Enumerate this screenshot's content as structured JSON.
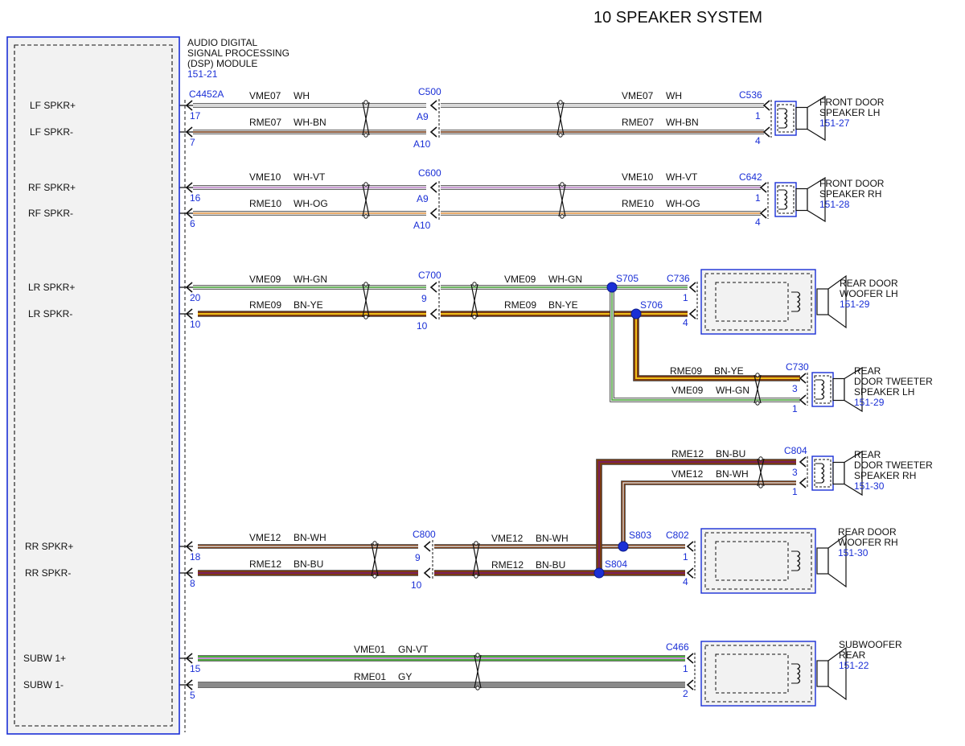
{
  "title": "10 SPEAKER SYSTEM",
  "module": {
    "lines": [
      "AUDIO DIGITAL",
      "SIGNAL PROCESSING",
      "(DSP) MODULE"
    ],
    "ref": "151-21",
    "connector": "C4452A",
    "pins": [
      {
        "label": "LF SPKR+",
        "pin": "17"
      },
      {
        "label": "LF SPKR-",
        "pin": "7"
      },
      {
        "label": "RF SPKR+",
        "pin": "16"
      },
      {
        "label": "RF SPKR-",
        "pin": "6"
      },
      {
        "label": "LR SPKR+",
        "pin": "20"
      },
      {
        "label": "LR SPKR-",
        "pin": "10"
      },
      {
        "label": "RR SPKR+",
        "pin": "18"
      },
      {
        "label": "RR SPKR-",
        "pin": "8"
      },
      {
        "label": "SUBW 1+",
        "pin": "15"
      },
      {
        "label": "SUBW 1-",
        "pin": "5"
      }
    ]
  },
  "inline_connectors": [
    {
      "name": "C500",
      "pin_top": "A9",
      "pin_bottom": "A10"
    },
    {
      "name": "C600",
      "pin_top": "A9",
      "pin_bottom": "A10"
    },
    {
      "name": "C700",
      "pin_top": "9",
      "pin_bottom": "10"
    },
    {
      "name": "C800",
      "pin_top": "9",
      "pin_bottom": "10"
    }
  ],
  "splices": [
    "S705",
    "S706",
    "S803",
    "S804"
  ],
  "wires": {
    "lf_plus": {
      "circuit": "VME07",
      "color": "WH"
    },
    "lf_minus": {
      "circuit": "RME07",
      "color": "WH-BN"
    },
    "rf_plus": {
      "circuit": "VME10",
      "color": "WH-VT"
    },
    "rf_minus": {
      "circuit": "RME10",
      "color": "WH-OG"
    },
    "lr_plus": {
      "circuit": "VME09",
      "color": "WH-GN"
    },
    "lr_minus": {
      "circuit": "RME09",
      "color": "BN-YE"
    },
    "rr_plus": {
      "circuit": "VME12",
      "color": "BN-WH"
    },
    "rr_minus": {
      "circuit": "RME12",
      "color": "BN-BU"
    },
    "sub_plus": {
      "circuit": "VME01",
      "color": "GN-VT"
    },
    "sub_minus": {
      "circuit": "RME01",
      "color": "GY"
    }
  },
  "speakers": [
    {
      "lines": [
        "FRONT DOOR",
        "SPEAKER LH"
      ],
      "ref": "151-27",
      "connector": "C536",
      "pin_top": "1",
      "pin_bottom": "4"
    },
    {
      "lines": [
        "FRONT DOOR",
        "SPEAKER RH"
      ],
      "ref": "151-28",
      "connector": "C642",
      "pin_top": "1",
      "pin_bottom": "4"
    },
    {
      "lines": [
        "REAR DOOR",
        "WOOFER LH"
      ],
      "ref": "151-29",
      "connector": "C736",
      "pin_top": "1",
      "pin_bottom": "4"
    },
    {
      "lines": [
        "REAR",
        "DOOR TWEETER",
        "SPEAKER LH"
      ],
      "ref": "151-29",
      "connector": "C730",
      "pin_top": "3",
      "pin_bottom": "1"
    },
    {
      "lines": [
        "REAR",
        "DOOR TWEETER",
        "SPEAKER RH"
      ],
      "ref": "151-30",
      "connector": "C804",
      "pin_top": "3",
      "pin_bottom": "1"
    },
    {
      "lines": [
        "REAR DOOR",
        "WOOFER RH"
      ],
      "ref": "151-30",
      "connector": "C802",
      "pin_top": "1",
      "pin_bottom": "4"
    },
    {
      "lines": [
        "SUBWOOFER",
        "REAR"
      ],
      "ref": "151-22",
      "connector": "C466",
      "pin_top": "1",
      "pin_bottom": "2"
    }
  ],
  "colors": {
    "WH": "#d8d8d8",
    "BN": "#7a3a12",
    "VT": "#c78ad6",
    "OG": "#f0a04a",
    "GN": "#4cae3c",
    "YE": "#f2c018",
    "BU": "#7a1f5a",
    "GY": "#8a8a8a",
    "outline": "#3a3a3a",
    "label_blue": "#1a2fd6"
  }
}
